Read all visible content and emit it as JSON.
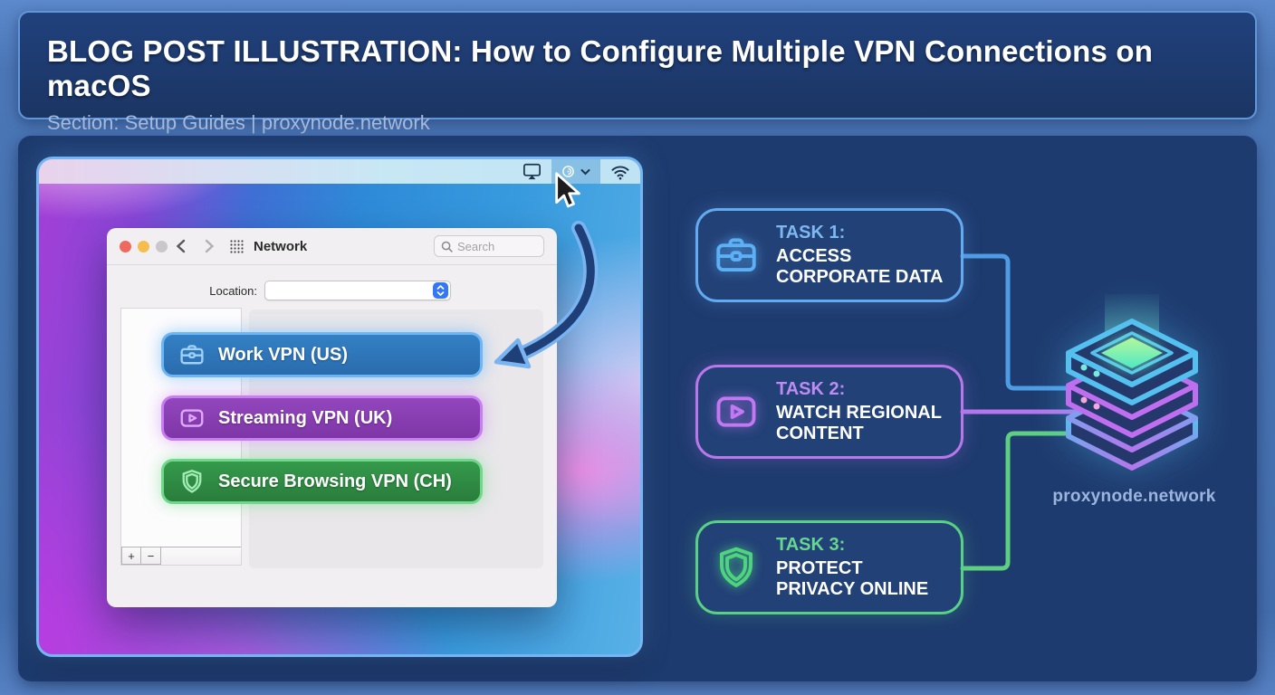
{
  "header": {
    "title": "BLOG POST ILLUSTRATION: How to Configure Multiple VPN Connections on macOS",
    "subtitle": "Section: Setup Guides | proxynode.network"
  },
  "screenshot": {
    "window_title": "Network",
    "search_placeholder": "Search",
    "location_label": "Location:",
    "add_button": "+",
    "remove_button": "−",
    "vpn_buttons": [
      {
        "label": "Work VPN (US)",
        "icon": "briefcase-icon",
        "fill": "#2e74b7",
        "border": "#6db6f6"
      },
      {
        "label": "Streaming VPN (UK)",
        "icon": "play-icon",
        "fill": "#8a3cb0",
        "border": "#c77ef2"
      },
      {
        "label": "Secure Browsing VPN (CH)",
        "icon": "shield-icon",
        "fill": "#2f8c43",
        "border": "#70d989"
      }
    ],
    "menubar_icons": [
      "screen-mirroring-icon",
      "vpn-status-icon",
      "wifi-icon"
    ]
  },
  "tasks": [
    {
      "heading": "TASK 1:",
      "label": "ACCESS CORPORATE DATA",
      "icon": "briefcase-icon",
      "accent": "#64aaf0"
    },
    {
      "heading": "TASK 2:",
      "label": "WATCH REGIONAL CONTENT",
      "icon": "play-icon",
      "accent": "#b878ea"
    },
    {
      "heading": "TASK 3:",
      "label": "PROTECT PRIVACY ONLINE",
      "icon": "shield-icon",
      "accent": "#58d086"
    }
  ],
  "server": {
    "label": "proxynode.network",
    "connector_colors": {
      "task1": "#4e9ce4",
      "task2": "#b476ec",
      "task3": "#5ecf82"
    }
  }
}
